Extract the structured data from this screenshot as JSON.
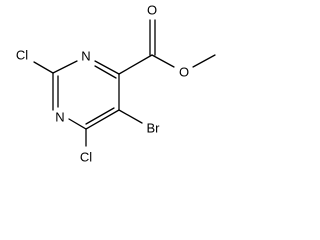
{
  "molecule": {
    "atoms": {
      "ring_nitrogen_top": "N",
      "ring_nitrogen_bottom": "N",
      "chlorine_left": "Cl",
      "chlorine_bottom": "Cl",
      "bromine": "Br",
      "carbonyl_oxygen": "O",
      "ester_oxygen": "O"
    }
  }
}
